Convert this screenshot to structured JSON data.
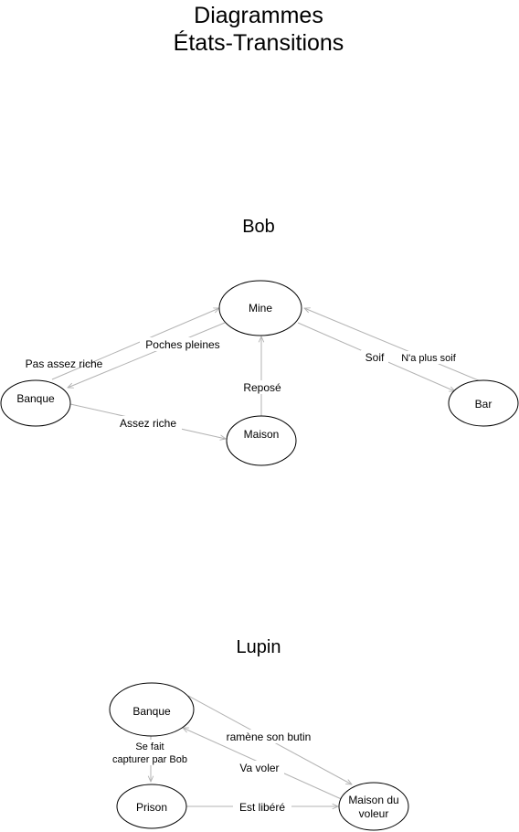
{
  "title_line1": "Diagrammes",
  "title_line2": "États-Transitions",
  "bob": {
    "title": "Bob",
    "states": {
      "mine": "Mine",
      "banque": "Banque",
      "maison": "Maison",
      "bar": "Bar"
    },
    "transitions": {
      "pas_assez_riche": "Pas assez riche",
      "poches_pleines": "Poches pleines",
      "assez_riche": "Assez riche",
      "repose": "Reposé",
      "soif": "Soif",
      "na_plus_soif": "N'a plus soif"
    }
  },
  "lupin": {
    "title": "Lupin",
    "states": {
      "banque": "Banque",
      "prison": "Prison",
      "maison_voleur_line1": "Maison du",
      "maison_voleur_line2": "voleur"
    },
    "transitions": {
      "capture_line1": "Se fait",
      "capture_line2": "capturer par Bob",
      "ramene": "ramène son butin",
      "va_voler": "Va voler",
      "est_libere": "Est libéré"
    }
  }
}
